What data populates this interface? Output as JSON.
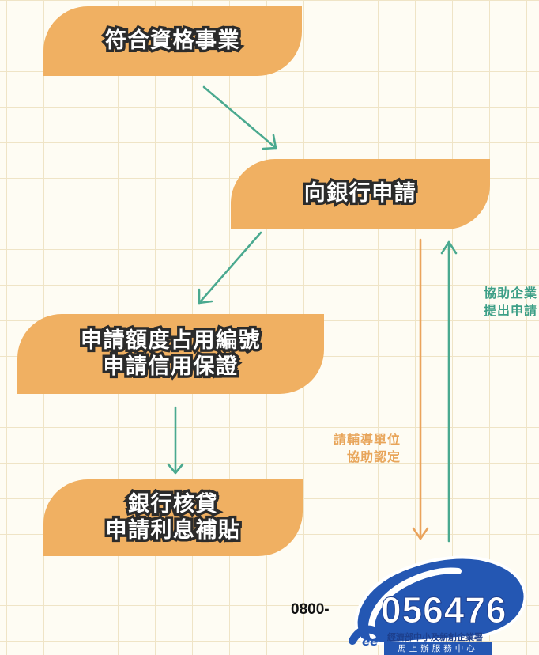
{
  "steps": {
    "eligible": "符合資格事業",
    "apply_bank": "向銀行申請",
    "quota_line1": "申請額度占用編號",
    "quota_line2": "申請信用保證",
    "approve_line1": "銀行核貸",
    "approve_line2": "申請利息補貼"
  },
  "notes": {
    "green_line1": "協助企業",
    "green_line2": "提出申請",
    "orange_line1": "請輔導單位",
    "orange_line2": "協助認定"
  },
  "hotline": {
    "prefix": "0800-",
    "number": "056476",
    "organization": "經濟部中小及新創企業署",
    "center": "馬上辦服務中心",
    "logo_letters": "ee"
  },
  "colors": {
    "step_fill": "#f0b062",
    "arrow_green": "#4aa98f",
    "arrow_orange": "#eaa35c",
    "hotline_blue": "#2457b3"
  }
}
